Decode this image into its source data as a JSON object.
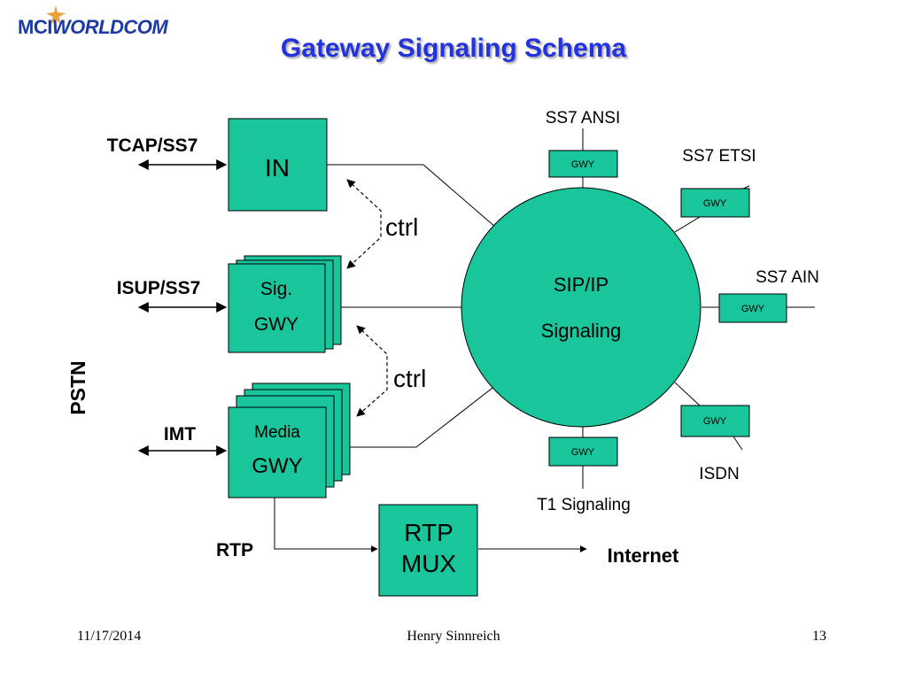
{
  "logo": {
    "text_mci": "MCI",
    "text_worldcom": "WORLDCOM",
    "star_color": "#e8a23a",
    "text_color": "#1b3aa6"
  },
  "title": "Gateway Signaling Schema",
  "colors": {
    "box_fill": "#19c59b",
    "title": "#2233dd",
    "line": "#000000"
  },
  "left_labels": {
    "tcap": "TCAP/SS7",
    "isup": "ISUP/SS7",
    "imt": "IMT",
    "pstn": "PSTN",
    "rtp": "RTP"
  },
  "boxes": {
    "in": "IN",
    "sig_gwy_line1": "Sig.",
    "sig_gwy_line2": "GWY",
    "media_gwy_line1": "Media",
    "media_gwy_line2": "GWY",
    "rtp_mux_line1": "RTP",
    "rtp_mux_line2": "MUX"
  },
  "ctrl_labels": [
    "ctrl",
    "ctrl"
  ],
  "circle": {
    "line1": "SIP/IP",
    "line2": "Signaling"
  },
  "gateways": {
    "label": "GWY",
    "ss7_ansi": "SS7 ANSI",
    "ss7_etsi": "SS7 ETSI",
    "ss7_ain": "SS7 AIN",
    "isdn": "ISDN",
    "t1_signaling": "T1 Signaling"
  },
  "internet": "Internet",
  "footer": {
    "date": "11/17/2014",
    "author": "Henry Sinnreich",
    "page": "13"
  }
}
